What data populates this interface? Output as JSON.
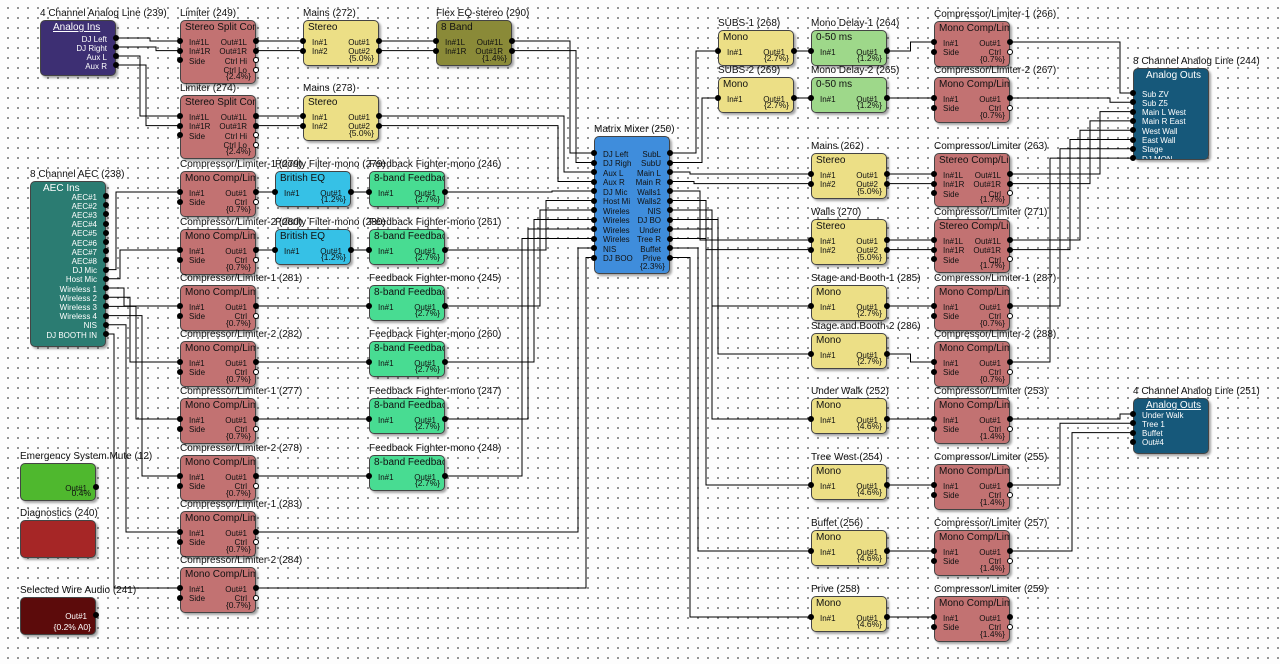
{
  "colors": {
    "nav": "#3d2f73",
    "teal": "#2b7c72",
    "blue": "#16587a",
    "lim": "#c27272",
    "mono": "#ecdf86",
    "green": "#9ed88a",
    "olive": "#8a8a38",
    "cyan": "#36c1e6",
    "fb": "#48dc92",
    "matrix": "#3f8ddc",
    "emerg": "#4fb82e",
    "diag": "#a62626",
    "wire": "#5c0b0b",
    "line": "#000000"
  },
  "blocks": [
    {
      "id": "b239",
      "title": "4 Channel Analog Line (239)",
      "header": "Analog Ins",
      "color": "nav",
      "dark": true,
      "inputs": [],
      "outputs": [
        "DJ Left",
        "DJ Right",
        "Aux L",
        "Aux R"
      ],
      "pct": ""
    },
    {
      "id": "b249",
      "title": "Limiter (249)",
      "header": "Stereo Split Com",
      "color": "lim",
      "inputs": [
        "In#1L",
        "In#1R",
        "Side"
      ],
      "outputs": [
        "Out#1L",
        "Out#1R",
        "Ctrl Hi",
        "Ctrl Lo"
      ],
      "pct": "{2.4%}"
    },
    {
      "id": "b274",
      "title": "Limiter (274)",
      "header": "Stereo Split Com",
      "color": "lim",
      "inputs": [
        "In#1L",
        "In#1R",
        "Side"
      ],
      "outputs": [
        "Out#1L",
        "Out#1R",
        "Ctrl Hi",
        "Ctrl Lo"
      ],
      "pct": "{2.4%}"
    },
    {
      "id": "b272",
      "title": "Mains (272)",
      "header": "Stereo",
      "color": "mono",
      "inputs": [
        "In#1",
        "In#2"
      ],
      "outputs": [
        "Out#1",
        "Out#2"
      ],
      "pct": "{5.0%}"
    },
    {
      "id": "b273",
      "title": "Mains (273)",
      "header": "Stereo",
      "color": "mono",
      "inputs": [
        "In#1",
        "In#2"
      ],
      "outputs": [
        "Out#1",
        "Out#2"
      ],
      "pct": "{5.0%}"
    },
    {
      "id": "b290",
      "title": "Flex EQ-stereo (290)",
      "header": "8 Band",
      "color": "olive",
      "inputs": [
        "In#1L",
        "In#1R"
      ],
      "outputs": [
        "Out#1L",
        "Out#1R"
      ],
      "pct": "{1.4%}"
    },
    {
      "id": "b238",
      "title": "8 Channel AEC (238)",
      "header": "AEC Ins",
      "color": "teal",
      "dark": true,
      "inputs": [],
      "outputs": [
        "AEC#1",
        "AEC#2",
        "AEC#3",
        "AEC#4",
        "AEC#5",
        "AEC#6",
        "AEC#7",
        "AEC#8",
        "DJ Mic",
        "Host Mic",
        "Wireless 1",
        "Wireless 2",
        "Wireless 3",
        "Wireless 4",
        "NIS",
        "DJ BOOTH IN"
      ],
      "pct": ""
    },
    {
      "id": "c1",
      "title": "Compressor/Limiter-1 (279)",
      "header": "Mono Comp/Lim",
      "color": "lim",
      "inputs": [
        "In#1",
        "Side"
      ],
      "outputs": [
        "Out#1",
        "Ctrl"
      ],
      "pct": "{0.7%}"
    },
    {
      "id": "c2",
      "title": "Compressor/Limiter-2 (280)",
      "header": "Mono Comp/Lim",
      "color": "lim",
      "inputs": [
        "In#1",
        "Side"
      ],
      "outputs": [
        "Out#1",
        "Ctrl"
      ],
      "pct": "{0.7%}"
    },
    {
      "id": "c3",
      "title": "Compressor/Limiter-1 (281)",
      "header": "Mono Comp/Lim",
      "color": "lim",
      "inputs": [
        "In#1",
        "Side"
      ],
      "outputs": [
        "Out#1",
        "Ctrl"
      ],
      "pct": "{0.7%}"
    },
    {
      "id": "c4",
      "title": "Compressor/Limiter-2 (282)",
      "header": "Mono Comp/Lim",
      "color": "lim",
      "inputs": [
        "In#1",
        "Side"
      ],
      "outputs": [
        "Out#1",
        "Ctrl"
      ],
      "pct": "{0.7%}"
    },
    {
      "id": "c5",
      "title": "Compressor/Limiter-1 (277)",
      "header": "Mono Comp/Lim",
      "color": "lim",
      "inputs": [
        "In#1",
        "Side"
      ],
      "outputs": [
        "Out#1",
        "Ctrl"
      ],
      "pct": "{0.7%}"
    },
    {
      "id": "c6",
      "title": "Compressor/Limiter-2 (278)",
      "header": "Mono Comp/Lim",
      "color": "lim",
      "inputs": [
        "In#1",
        "Side"
      ],
      "outputs": [
        "Out#1",
        "Ctrl"
      ],
      "pct": "{0.7%}"
    },
    {
      "id": "c7",
      "title": "Compressor/Limiter-1 (283)",
      "header": "Mono Comp/Lim",
      "color": "lim",
      "inputs": [
        "In#1",
        "Side"
      ],
      "outputs": [
        "Out#1",
        "Ctrl"
      ],
      "pct": "{0.7%}"
    },
    {
      "id": "c8",
      "title": "Compressor/Limiter-2 (284)",
      "header": "Mono Comp/Lim",
      "color": "lim",
      "inputs": [
        "In#1",
        "Side"
      ],
      "outputs": [
        "Out#1",
        "Ctrl"
      ],
      "pct": "{0.7%}"
    },
    {
      "id": "pf1",
      "title": "Priority Filter-mono (279)",
      "header": "British EQ",
      "color": "cyan",
      "inputs": [
        "In#1"
      ],
      "outputs": [
        "Out#1"
      ],
      "pct": "{1.2%}"
    },
    {
      "id": "pf2",
      "title": "Priority Filter-mono (280)",
      "header": "British EQ",
      "color": "cyan",
      "inputs": [
        "In#1"
      ],
      "outputs": [
        "Out#1"
      ],
      "pct": "{1.2%}"
    },
    {
      "id": "f1",
      "title": "Feedback Fighter-mono (246)",
      "header": "8-band Feedbac",
      "color": "fb",
      "inputs": [
        "In#1"
      ],
      "outputs": [
        "Out#1"
      ],
      "pct": "{2.7%}"
    },
    {
      "id": "f2",
      "title": "Feedback Fighter-mono (261)",
      "header": "8-band Feedbac",
      "color": "fb",
      "inputs": [
        "In#1"
      ],
      "outputs": [
        "Out#1"
      ],
      "pct": "{2.7%}"
    },
    {
      "id": "f3",
      "title": "Feedback Fighter-mono (245)",
      "header": "8-band Feedbac",
      "color": "fb",
      "inputs": [
        "In#1"
      ],
      "outputs": [
        "Out#1"
      ],
      "pct": "{2.7%}"
    },
    {
      "id": "f4",
      "title": "Feedback Fighter-mono (260)",
      "header": "8-band Feedbac",
      "color": "fb",
      "inputs": [
        "In#1"
      ],
      "outputs": [
        "Out#1"
      ],
      "pct": "{2.7%}"
    },
    {
      "id": "f5",
      "title": "Feedback Fighter-mono (247)",
      "header": "8-band Feedbac",
      "color": "fb",
      "inputs": [
        "In#1"
      ],
      "outputs": [
        "Out#1"
      ],
      "pct": "{2.7%}"
    },
    {
      "id": "f6",
      "title": "Feedback Fighter-mono (248)",
      "header": "8-band Feedbac",
      "color": "fb",
      "inputs": [
        "In#1"
      ],
      "outputs": [
        "Out#1"
      ],
      "pct": "{2.7%}"
    },
    {
      "id": "b12",
      "title": "Emergency System Mute (12)",
      "header": "",
      "color": "emerg",
      "inputs": [],
      "outputs": [
        "Out#1"
      ],
      "pct": "0.4%"
    },
    {
      "id": "b240",
      "title": "Diagnostics (240)",
      "header": "",
      "color": "diag",
      "inputs": [],
      "outputs": [],
      "pct": ""
    },
    {
      "id": "b241",
      "title": "Selected Wire Audio (241)",
      "header": "",
      "color": "wire",
      "dark": true,
      "inputs": [],
      "outputs": [
        "Out#1"
      ],
      "pct": "{0.2% A0}"
    },
    {
      "id": "mx",
      "title": "Matrix Mixer (250)",
      "header": "",
      "color": "matrix",
      "inputs": [
        "DJ Left",
        "DJ Righ",
        "Aux L",
        "Aux R",
        "DJ Mic",
        "Host Mi",
        "Wireles",
        "Wireles",
        "Wireles",
        "Wireles",
        "NIS",
        "DJ BOO"
      ],
      "outputs": [
        "SubL",
        "SubU",
        "Main L",
        "Main R",
        "Walls1",
        "Walls2",
        "NIS",
        "DJ BO",
        "Under",
        "Tree R",
        "Buffet",
        "Prive"
      ],
      "pct": "{2.3%}"
    },
    {
      "id": "s268",
      "title": "SUBS-1 (268)",
      "header": "Mono",
      "color": "mono",
      "inputs": [
        "In#1"
      ],
      "outputs": [
        "Out#1"
      ],
      "pct": "{2.7%}"
    },
    {
      "id": "s269",
      "title": "SUBS-2 (269)",
      "header": "Mono",
      "color": "mono",
      "inputs": [
        "In#1"
      ],
      "outputs": [
        "Out#1"
      ],
      "pct": "{2.7%}"
    },
    {
      "id": "d264",
      "title": "Mono Delay-1 (264)",
      "header": "0-50 ms",
      "color": "green",
      "inputs": [
        "In#1"
      ],
      "outputs": [
        "Out#1"
      ],
      "pct": "{1.2%}"
    },
    {
      "id": "d265",
      "title": "Mono Delay-2 (265)",
      "header": "0-50 ms",
      "color": "green",
      "inputs": [
        "In#1"
      ],
      "outputs": [
        "Out#1"
      ],
      "pct": "{1.2%}"
    },
    {
      "id": "m262",
      "title": "Mains (262)",
      "header": "Stereo",
      "color": "mono",
      "inputs": [
        "In#1",
        "In#2"
      ],
      "outputs": [
        "Out#1",
        "Out#2"
      ],
      "pct": "{5.0%}"
    },
    {
      "id": "w270",
      "title": "Walls (270)",
      "header": "Stereo",
      "color": "mono",
      "inputs": [
        "In#1",
        "In#2"
      ],
      "outputs": [
        "Out#1",
        "Out#2"
      ],
      "pct": "{5.0%}"
    },
    {
      "id": "sb285",
      "title": "Stage and Booth-1 (285)",
      "header": "Mono",
      "color": "mono",
      "inputs": [
        "In#1"
      ],
      "outputs": [
        "Out#1"
      ],
      "pct": "{2.7%}"
    },
    {
      "id": "sb286",
      "title": "Stage and Booth-2 (286)",
      "header": "Mono",
      "color": "mono",
      "inputs": [
        "In#1"
      ],
      "outputs": [
        "Out#1"
      ],
      "pct": "{2.7%}"
    },
    {
      "id": "u252",
      "title": "Under Walk (252)",
      "header": "Mono",
      "color": "mono",
      "inputs": [
        "In#1"
      ],
      "outputs": [
        "Out#1"
      ],
      "pct": "{4.6%}"
    },
    {
      "id": "t254",
      "title": "Tree West (254)",
      "header": "Mono",
      "color": "mono",
      "inputs": [
        "In#1"
      ],
      "outputs": [
        "Out#1"
      ],
      "pct": "{4.6%}"
    },
    {
      "id": "bf256",
      "title": "Buffet (256)",
      "header": "Mono",
      "color": "mono",
      "inputs": [
        "In#1"
      ],
      "outputs": [
        "Out#1"
      ],
      "pct": "{4.6%}"
    },
    {
      "id": "p258",
      "title": "Prive (258)",
      "header": "Mono",
      "color": "mono",
      "inputs": [
        "In#1"
      ],
      "outputs": [
        "Out#1"
      ],
      "pct": "{4.6%}"
    },
    {
      "id": "r266",
      "title": "Compressor/Limiter-1 (266)",
      "header": "Mono Comp/Lim",
      "color": "lim",
      "inputs": [
        "In#1",
        "Side"
      ],
      "outputs": [
        "Out#1",
        "Ctrl"
      ],
      "pct": "{0.7%}"
    },
    {
      "id": "r267",
      "title": "Compressor/Limiter-2 (267)",
      "header": "Mono Comp/Lim",
      "color": "lim",
      "inputs": [
        "In#1",
        "Side"
      ],
      "outputs": [
        "Out#1",
        "Ctrl"
      ],
      "pct": "{0.7%}"
    },
    {
      "id": "r263",
      "title": "Compressor/Limiter (263)",
      "header": "Stereo Comp/Lim",
      "color": "lim",
      "inputs": [
        "In#1L",
        "In#1R",
        "Side"
      ],
      "outputs": [
        "Out#1L",
        "Out#1R",
        "Ctrl"
      ],
      "pct": "{1.7%}"
    },
    {
      "id": "r271",
      "title": "Compressor/Limiter (271)",
      "header": "Stereo Comp/Lim",
      "color": "lim",
      "inputs": [
        "In#1L",
        "In#1R",
        "Side"
      ],
      "outputs": [
        "Out#1L",
        "Out#1R",
        "Ctrl"
      ],
      "pct": "{1.7%}"
    },
    {
      "id": "r287",
      "title": "Compressor/Limiter-1 (287)",
      "header": "Mono Comp/Lim",
      "color": "lim",
      "inputs": [
        "In#1",
        "Side"
      ],
      "outputs": [
        "Out#1",
        "Ctrl"
      ],
      "pct": "{0.7%}"
    },
    {
      "id": "r288",
      "title": "Compressor/Limiter-2 (288)",
      "header": "Mono Comp/Lim",
      "color": "lim",
      "inputs": [
        "In#1",
        "Side"
      ],
      "outputs": [
        "Out#1",
        "Ctrl"
      ],
      "pct": "{0.7%}"
    },
    {
      "id": "r253",
      "title": "Compressor/Limiter (253)",
      "header": "Mono Comp/Lim",
      "color": "lim",
      "inputs": [
        "In#1",
        "Side"
      ],
      "outputs": [
        "Out#1",
        "Ctrl"
      ],
      "pct": "{1.4%}"
    },
    {
      "id": "r255",
      "title": "Compressor/Limiter (255)",
      "header": "Mono Comp/Lim",
      "color": "lim",
      "inputs": [
        "In#1",
        "Side"
      ],
      "outputs": [
        "Out#1",
        "Ctrl"
      ],
      "pct": "{1.4%}"
    },
    {
      "id": "r257",
      "title": "Compressor/Limiter (257)",
      "header": "Mono Comp/Lim",
      "color": "lim",
      "inputs": [
        "In#1",
        "Side"
      ],
      "outputs": [
        "Out#1",
        "Ctrl"
      ],
      "pct": "{1.4%}"
    },
    {
      "id": "r259",
      "title": "Compressor/Limiter (259)",
      "header": "Mono Comp/Lim",
      "color": "lim",
      "inputs": [
        "In#1",
        "Side"
      ],
      "outputs": [
        "Out#1",
        "Ctrl"
      ],
      "pct": "{1.4%}"
    },
    {
      "id": "b244",
      "title": "8 Channel Analog Line (244)",
      "header": "Analog Outs",
      "color": "blue",
      "dark": true,
      "inputs": [
        "Sub ZV",
        "Sub Z5",
        "Main L West",
        "Main R East",
        "West Wall",
        "East Wall",
        "Stage",
        "DJ MON"
      ],
      "outputs": [],
      "pct": ""
    },
    {
      "id": "b251",
      "title": "4 Channel Analog Line (251)",
      "header": "Analog Outs",
      "color": "blue",
      "dark": true,
      "inputs": [
        "Under Walk",
        "Tree 1",
        "Buffet",
        "Out#4"
      ],
      "outputs": [],
      "pct": ""
    }
  ]
}
